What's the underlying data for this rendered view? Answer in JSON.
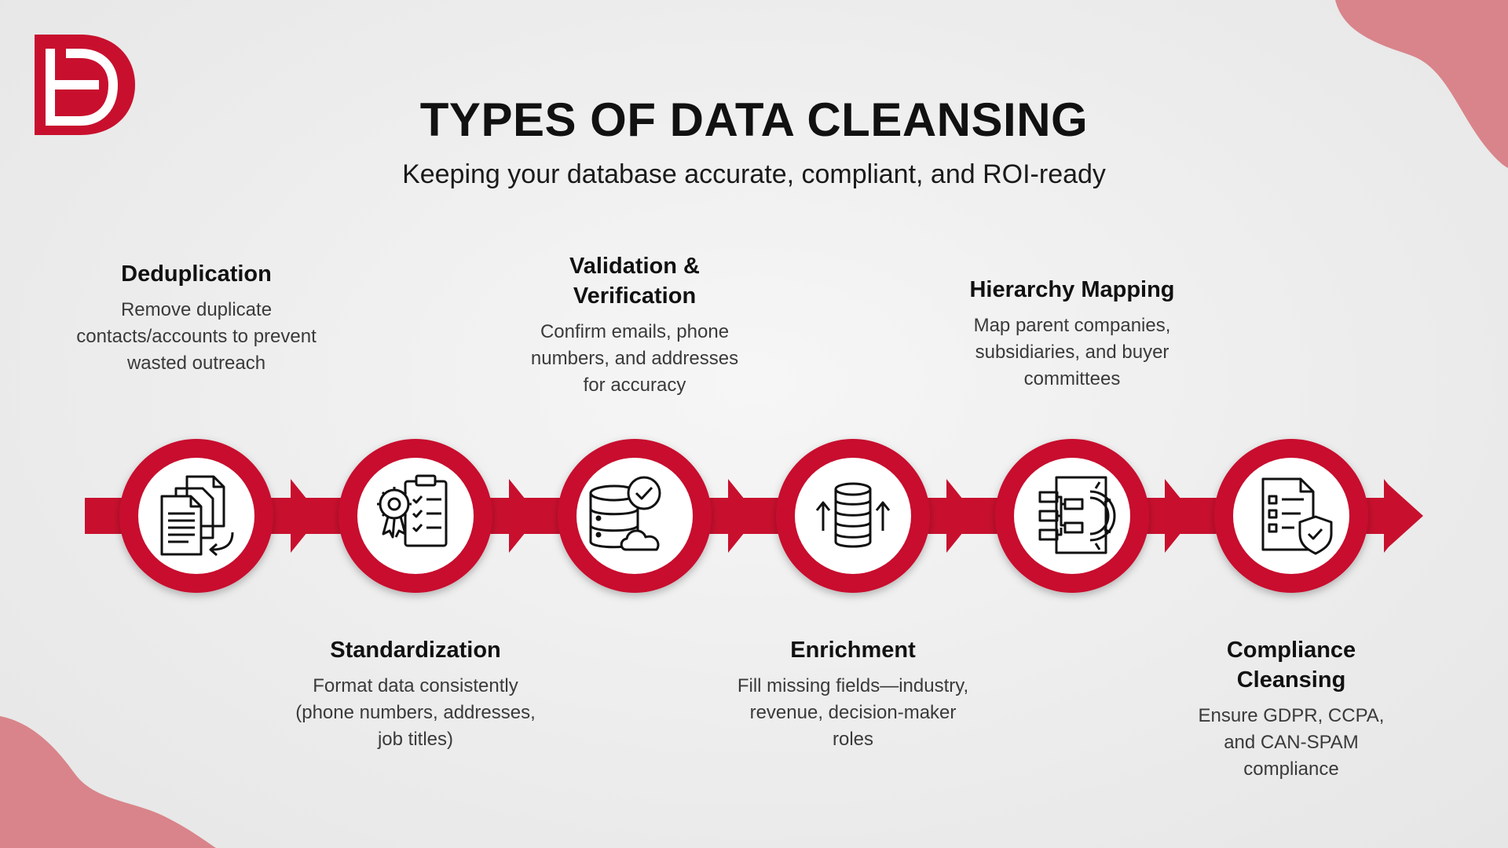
{
  "header": {
    "title": "TYPES OF DATA CLEANSING",
    "subtitle": "Keeping your database accurate, compliant, and ROI-ready"
  },
  "colors": {
    "brand_red": "#c8102e",
    "accent_pink": "#d9848a",
    "text_dark": "#111111",
    "text_body": "#3a3a3a"
  },
  "steps": [
    {
      "title": "Deduplication",
      "description": "Remove duplicate contacts/accounts to prevent wasted outreach",
      "icon": "duplicate-documents-icon"
    },
    {
      "title": "Standardization",
      "description": "Format data consistently (phone numbers, addresses, job titles)",
      "icon": "checklist-gear-icon"
    },
    {
      "title": "Validation & Verification",
      "description": "Confirm emails, phone numbers, and addresses for accuracy",
      "icon": "database-check-cloud-icon"
    },
    {
      "title": "Enrichment",
      "description": "Fill missing fields—industry, revenue, decision-maker roles",
      "icon": "database-arrows-icon"
    },
    {
      "title": "Hierarchy Mapping",
      "description": "Map parent companies, subsidiaries, and buyer committees",
      "icon": "hierarchy-gear-icon"
    },
    {
      "title": "Compliance Cleansing",
      "description": "Ensure GDPR, CCPA, and CAN-SPAM compliance",
      "icon": "checklist-shield-icon"
    }
  ]
}
